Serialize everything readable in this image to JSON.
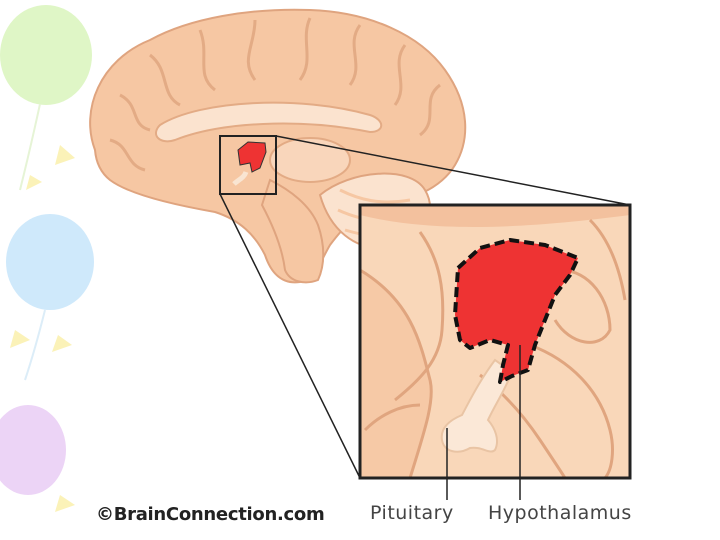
{
  "labels": {
    "copyright": "©BrainConnection.com",
    "pituitary": "Pituitary",
    "hypothalamus": "Hypothalamus"
  },
  "colors": {
    "brain": "#f6c7a3",
    "brain_outline": "#dfa47f",
    "hypothalamus": "#ee3333",
    "balloon_green": "#dff6c6",
    "balloon_blue": "#cfe9fb",
    "balloon_purple": "#ecd4f6",
    "balloon_yellow": "#fbf2b8"
  }
}
